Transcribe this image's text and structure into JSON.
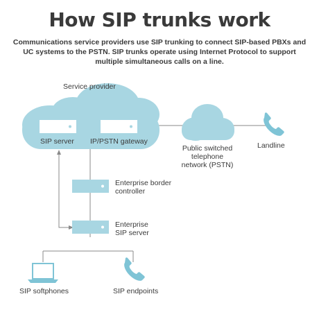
{
  "title": "How SIP trunks work",
  "subtitle": "Communications service providers use SIP trunking to connect SIP-based PBXs and UC systems to the PSTN. SIP trunks operate using Internet Protocol to support multiple simultaneous calls on a line.",
  "labels": {
    "service_provider": "Service provider",
    "sip_server": "SIP server",
    "gateway": "IP/PSTN gateway",
    "pstn": "Public switched\ntelephone\nnetwork (PSTN)",
    "landline": "Landline",
    "border_controller": "Enterprise border\ncontroller",
    "enterprise_sip_server": "Enterprise\nSIP server",
    "softphones": "SIP softphones",
    "endpoints": "SIP endpoints"
  },
  "colors": {
    "cloud": "#a8d6e2",
    "device": "#a8d6e2",
    "line": "#8a8a8a",
    "text": "#3a3a3a",
    "phone": "#7fc4d6"
  },
  "icons": {
    "landline": "phone-icon",
    "endpoints": "phone-icon",
    "softphones": "laptop-icon"
  }
}
